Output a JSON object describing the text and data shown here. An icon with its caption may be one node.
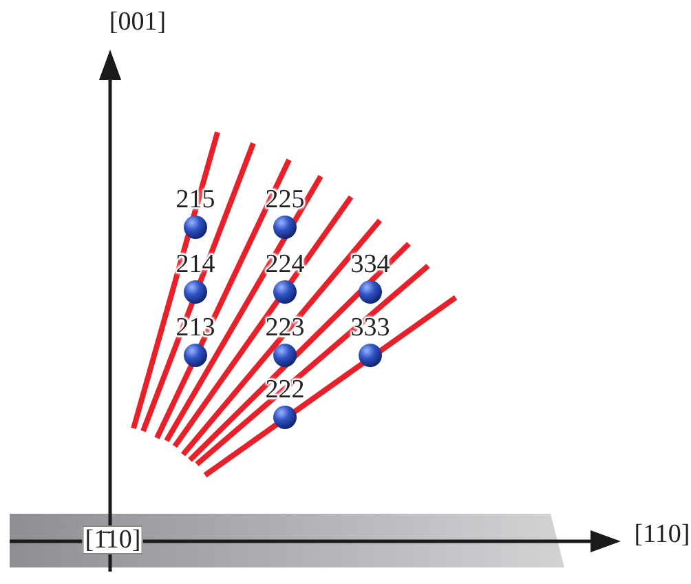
{
  "diagram": {
    "labels": [
      "[001]",
      "215",
      "225",
      "214",
      "224",
      "334",
      "213",
      "223",
      "333",
      "222",
      "[1̄10]",
      "[110]"
    ]
  }
}
